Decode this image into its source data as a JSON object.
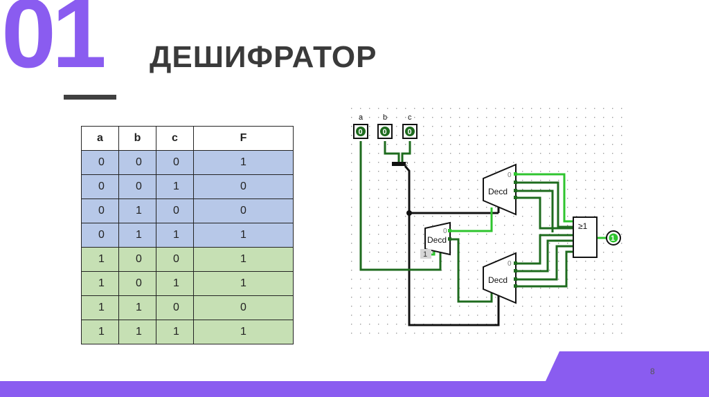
{
  "slide": {
    "number": "01",
    "title": "ДЕШИФРАТОР",
    "page": "8"
  },
  "colors": {
    "accent": "#8a5cf0",
    "title": "#3a3a3a",
    "blue_row": "#b7c8e8",
    "green_row": "#c6e0b4",
    "wire_dark": "#1e6b1e",
    "wire_bright": "#2ec42e"
  },
  "truth_table": {
    "headers": [
      "a",
      "b",
      "c",
      "F"
    ],
    "rows": [
      {
        "a": "0",
        "b": "0",
        "c": "0",
        "f": "1",
        "group": "blue"
      },
      {
        "a": "0",
        "b": "0",
        "c": "1",
        "f": "0",
        "group": "blue"
      },
      {
        "a": "0",
        "b": "1",
        "c": "0",
        "f": "0",
        "group": "blue"
      },
      {
        "a": "0",
        "b": "1",
        "c": "1",
        "f": "1",
        "group": "blue"
      },
      {
        "a": "1",
        "b": "0",
        "c": "0",
        "f": "1",
        "group": "green"
      },
      {
        "a": "1",
        "b": "0",
        "c": "1",
        "f": "1",
        "group": "green"
      },
      {
        "a": "1",
        "b": "1",
        "c": "0",
        "f": "0",
        "group": "green"
      },
      {
        "a": "1",
        "b": "1",
        "c": "1",
        "f": "1",
        "group": "green"
      }
    ]
  },
  "circuit": {
    "inputs": [
      {
        "label": "a",
        "value": "0"
      },
      {
        "label": "b",
        "value": "0"
      },
      {
        "label": "c",
        "value": "0"
      }
    ],
    "splitter_label": "2",
    "decoders": [
      {
        "label": "Decd",
        "output_label": "0"
      },
      {
        "label": "Decd",
        "output_label": "0",
        "enable_label": "1"
      },
      {
        "label": "Decd",
        "output_label": "0"
      }
    ],
    "or_gate": {
      "label": "≥1"
    },
    "output": {
      "value": "1"
    }
  }
}
